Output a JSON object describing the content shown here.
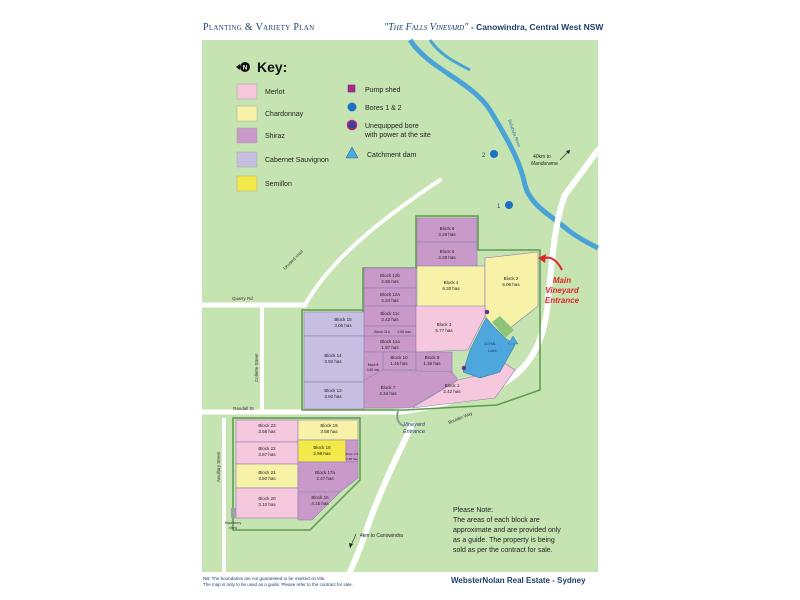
{
  "header": {
    "left_title": "Planting & Variety Plan",
    "vineyard_name": "\"The Falls Vineyard\"",
    "location": "- Canowindra, Central West NSW"
  },
  "key": {
    "title": "Key:",
    "north_letter": "N",
    "varieties": [
      {
        "label": "Merlot",
        "color": "#f6c8de"
      },
      {
        "label": "Chardonnay",
        "color": "#f7f2a8"
      },
      {
        "label": "Shiraz",
        "color": "#c99ac9"
      },
      {
        "label": "Cabernet Sauvignon",
        "color": "#c7bfe2"
      },
      {
        "label": "Semillon",
        "color": "#f3ea4a"
      }
    ],
    "features": [
      {
        "label": "Pump shed",
        "icon": "square-icon",
        "color": "#b6257a"
      },
      {
        "label": "Bores 1 & 2",
        "icon": "circle-icon",
        "color": "#1f6fc4"
      },
      {
        "label_line1": "Unequipped bore",
        "label_line2": "with power at the site",
        "icon": "ringed-circle-icon",
        "color": "#3a3f9e"
      },
      {
        "label": "Catchment dam",
        "icon": "triangle-icon",
        "color": "#4ea7dc"
      }
    ]
  },
  "map": {
    "blocks": [
      {
        "id": "block-6",
        "name": "Block 6",
        "area": "3.29 has"
      },
      {
        "id": "block-5",
        "name": "Block 5",
        "area": "3.28 has"
      },
      {
        "id": "block-4",
        "name": "Block 4",
        "area": "6.30 has"
      },
      {
        "id": "block-2",
        "name": "Block 2",
        "area": "6.06 has"
      },
      {
        "id": "block-12b",
        "name": "Block 12b",
        "area": "2.65 has"
      },
      {
        "id": "block-12a",
        "name": "Block 12a",
        "area": "2.34 has"
      },
      {
        "id": "block-11c",
        "name": "Block 11c",
        "area": "2.42 has"
      },
      {
        "id": "block-11b",
        "name": "Block 11b",
        "area": "1.06 has"
      },
      {
        "id": "block-11a",
        "name": "Block 11a",
        "area": "1.97 has"
      },
      {
        "id": "block-15",
        "name": "Block 15",
        "area": "3.06 has"
      },
      {
        "id": "block-3",
        "name": "Block 3",
        "area": "5.77 has"
      },
      {
        "id": "block-14",
        "name": "Block 14",
        "area": "3.92 has"
      },
      {
        "id": "block-10",
        "name": "Block 10",
        "area": "1.45 has"
      },
      {
        "id": "block-9",
        "name": "Block 9",
        "area": "1.36 has"
      },
      {
        "id": "block-8",
        "name": "Block 8",
        "area": "0.65 has"
      },
      {
        "id": "block-13",
        "name": "Block 13",
        "area": "3.92 has"
      },
      {
        "id": "block-7",
        "name": "Block 7",
        "area": "4.34 has"
      },
      {
        "id": "block-1",
        "name": "Block 1",
        "area": "2.42 has"
      },
      {
        "id": "block-23",
        "name": "Block 23",
        "area": "3.58 has"
      },
      {
        "id": "block-19",
        "name": "Block 19",
        "area": "3.58 has"
      },
      {
        "id": "block-22",
        "name": "Block 22",
        "area": "3.67 has"
      },
      {
        "id": "block-18",
        "name": "Block 18",
        "area": "2.98 has"
      },
      {
        "id": "block-17b",
        "name": "Block 17b",
        "area": "0.86 has"
      },
      {
        "id": "block-21",
        "name": "Block 21",
        "area": "3.50 has"
      },
      {
        "id": "block-17a",
        "name": "Block 17a",
        "area": "2.47 has"
      },
      {
        "id": "block-20",
        "name": "Block 20",
        "area": "3.10 has"
      },
      {
        "id": "block-16",
        "name": "Block 16",
        "area": "4.15 has"
      }
    ],
    "dam_label": "107ML",
    "dam_label2": "Lake",
    "bore_2": "2",
    "bore_1": "1",
    "roads": {
      "quarry": "Quarry Rd",
      "collette": "Collette Street",
      "randall": "Randall St",
      "boulder": "Boulder Way",
      "unused": "Unused road",
      "ancillary": "Ancillary Street",
      "belubula_river": "Belubula River"
    },
    "to_mandurama": "40km to",
    "to_mandurama2": "Mandurama",
    "to_canowindra": "4km to Canowindra",
    "main_entrance_line1": "Main",
    "main_entrance_line2": "Vineyard",
    "main_entrance_line3": "Entrance",
    "vineyard_entrance_line1": "Vineyard",
    "vineyard_entrance_line2": "Entrance",
    "shed_label": "Machinery",
    "shed_label2": "shed"
  },
  "note": {
    "title": "Please Note:",
    "lines": [
      "The areas of each block are",
      "approximate and are provided only",
      "as a guide. The property is being",
      "sold as per the contract for sale."
    ]
  },
  "footer": {
    "disclaimer_1": "NB: The boundaries are not guaranteed to be marked on title.",
    "disclaimer_2": "The map is only to be used as a guide. Please refer to the contract for sale.",
    "agent": "WebsterNolan Real Estate - Sydney"
  },
  "colors": {
    "map_bg": "#c6e3b2",
    "road": "#ffffff",
    "river": "#4aa3d6",
    "header_text": "#1f3f6e",
    "entrance_red": "#e0262b",
    "lake": "#4ea7dc",
    "frame": "#5f9a4d"
  }
}
